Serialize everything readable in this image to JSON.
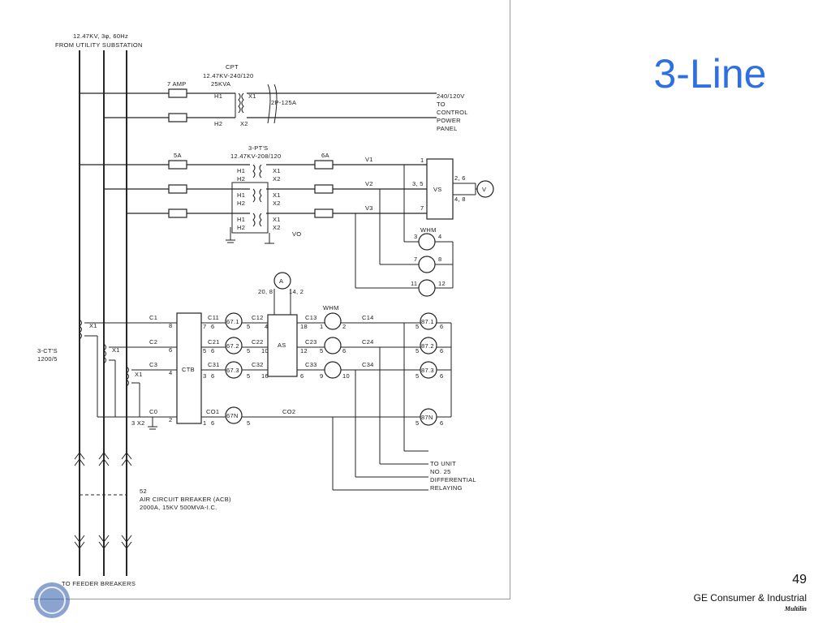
{
  "slide": {
    "title": "3-Line",
    "page_number": "49",
    "company": "GE Consumer & Industrial",
    "brand": "Multilin",
    "title_color": "#2f6fe4"
  },
  "diagram": {
    "source_line1": "12.47KV, 3φ, 60Hz",
    "source_line2": "FROM UTILITY SUBSTATION",
    "cpt_name": "CPT",
    "cpt_rating1": "12.47KV-240/120",
    "cpt_rating2": "25KVA",
    "fuse_7amp": "7 AMP",
    "breaker_2p": "2P-125A",
    "ctrl1": "240/120V",
    "ctrl2": "TO",
    "ctrl3": "CONTROL",
    "ctrl4": "POWER",
    "ctrl5": "PANEL",
    "pt_name": "3-PT'S",
    "pt_rating": "12.47KV-208/120",
    "fuse_5a": "5A",
    "fuse_6a": "6A",
    "h1": "H1",
    "h2": "H2",
    "x1": "X1",
    "x2": "X2",
    "vo": "VO",
    "v1": "V1",
    "v2": "V2",
    "v3": "V3",
    "vs": "VS",
    "v_meter": "V",
    "whm": "WHM",
    "as_box": "AS",
    "ctb": "CTB",
    "a_meter": "A",
    "ct_name": "3-CT'S",
    "ct_ratio": "1200/5",
    "relay_671": "67.1",
    "relay_672": "67.2",
    "relay_673": "67.3",
    "relay_67n": "67N",
    "relay_871": "87.1",
    "relay_872": "87.2",
    "relay_873": "87.3",
    "relay_87n": "87N",
    "c1": "C1",
    "c2": "C2",
    "c3": "C3",
    "c0": "C0",
    "c11": "C11",
    "c12": "C12",
    "c13": "C13",
    "c14": "C14",
    "c21": "C21",
    "c22": "C22",
    "c23": "C23",
    "c24": "C24",
    "c31": "C31",
    "c32": "C32",
    "c33": "C33",
    "c34": "C34",
    "co1": "CO1",
    "co2": "CO2",
    "unit1": "TO UNIT",
    "unit2": "NO. 25",
    "unit3": "DIFFERENTIAL",
    "unit4": "RELAYING",
    "acb1": "52",
    "acb2": "AIR CIRCUIT BREAKER (ACB)",
    "acb3": "2000A, 15KV 500MVA-I.C.",
    "feeder": "TO FEEDER BREAKERS",
    "t_1": "1",
    "t_2": "2",
    "t_3": "3",
    "t_4": "4",
    "t_5": "5",
    "t_6": "6",
    "t_7": "7",
    "t_8": "8",
    "t_9": "9",
    "t_10": "10",
    "t_11": "11",
    "t_12": "12",
    "t_16": "16",
    "t_18": "18",
    "t_26": "2, 6",
    "t_35": "3, 5",
    "t_48": "4, 8",
    "t_208": "20, 8",
    "t_142": "14, 2",
    "t_3x2": "3  X2"
  }
}
